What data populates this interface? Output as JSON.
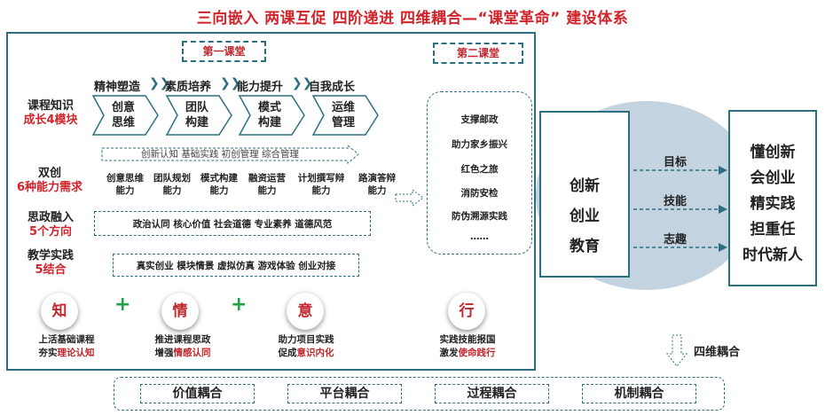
{
  "title": "三向嵌入  两课互促  四阶递进  四维耦合—“课堂革命”  建设体系",
  "first_class_label": "第一课堂",
  "second_class_label": "第二课堂",
  "categories": [
    {
      "main": "课程知识",
      "sub": "成长4模块"
    },
    {
      "main": "双创",
      "sub": "6种能力需求"
    },
    {
      "main": "思政融入",
      "sub": "5个方向"
    },
    {
      "main": "教学实践",
      "sub": "5结合"
    }
  ],
  "phases": [
    "精神塑造",
    "素质培养",
    "能力提升",
    "自我成长"
  ],
  "modules": [
    {
      "l1": "创意",
      "l2": "思维"
    },
    {
      "l1": "团队",
      "l2": "构建"
    },
    {
      "l1": "模式",
      "l2": "构建"
    },
    {
      "l1": "运维",
      "l2": "管理"
    }
  ],
  "management_row": "创新认知   基础实践   初创管理   综合管理",
  "abilities": [
    {
      "l1": "创意思维",
      "l2": "能力"
    },
    {
      "l1": "团队规划",
      "l2": "能力"
    },
    {
      "l1": "模式构建",
      "l2": "能力"
    },
    {
      "l1": "融资运营",
      "l2": "能力"
    },
    {
      "l1": "计划撰写辩",
      "l2": "能力"
    },
    {
      "l1": "路演答辩",
      "l2": "能力"
    }
  ],
  "ideology_row": "政治认同    核心价值    社会道德    专业素养    道德风范",
  "practice_row": "真实创业   模块情景   虚拟仿真   游戏体验   创业对接",
  "circles": [
    {
      "char": "知",
      "line1": "上活基础课程",
      "line2_a": "夯实",
      "line2_b": "理论认知"
    },
    {
      "char": "情",
      "line1": "推进课程思政",
      "line2_a": "增强",
      "line2_b": "情感认同"
    },
    {
      "char": "意",
      "line1": "助力项目实践",
      "line2_a": "促成",
      "line2_b": "意识内化"
    },
    {
      "char": "行",
      "line1": "实践技能报国",
      "line2_a": "激发",
      "line2_b": "使命践行"
    }
  ],
  "plus_sign": "+",
  "second_class_items": [
    "支撑邮政",
    "助力家乡振兴",
    "红色之旅",
    "消防安检",
    "防伪溯源实践",
    "……"
  ],
  "education": [
    "创新",
    "创业",
    "教育"
  ],
  "flows": [
    "目标",
    "技能",
    "志趣"
  ],
  "goals": [
    "懂创新",
    "会创业",
    "精实践",
    "担重任",
    "时代新人"
  ],
  "four_dim_label": "四维耦合",
  "couplings": [
    "价值耦合",
    "平台耦合",
    "过程耦合",
    "机制耦合"
  ],
  "colors": {
    "accent": "#2b6f80",
    "red": "#c0272d",
    "green": "#23a245",
    "ellipse": "#c3d3df"
  }
}
